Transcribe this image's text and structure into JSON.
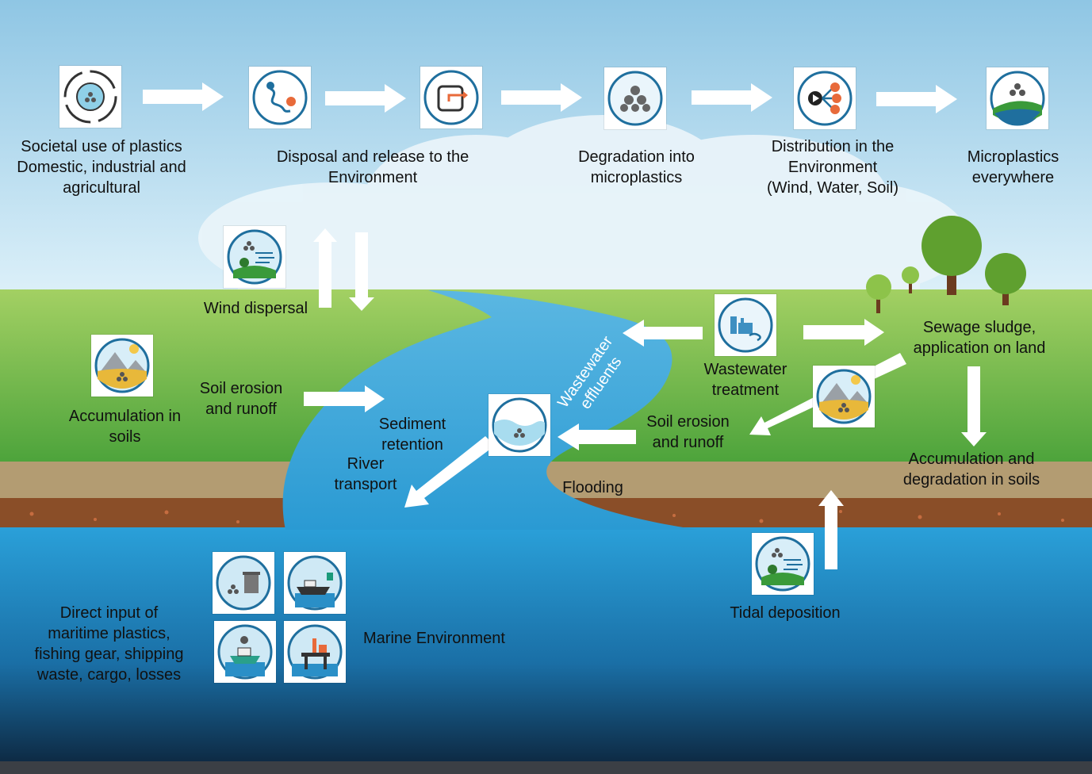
{
  "colors": {
    "sky_top": "#8fc6e4",
    "sky_bottom": "#d6ecf7",
    "grass_top": "#9ccc5a",
    "grass_bottom": "#4ea43a",
    "soil": "#b09a72",
    "soil_dark": "#8b4f2a",
    "river": "#3aa3d8",
    "sea_top": "#2f9ed6",
    "sea_bottom": "#0e2a44",
    "arrow": "#ffffff",
    "icon_ring": "#1f6f9e"
  },
  "process": {
    "societal_use": "Societal use of plastics\nDomestic, industrial and\nagricultural",
    "disposal": "Disposal and release to the\nEnvironment",
    "degradation": "Degradation into\nmicroplastics",
    "distribution": "Distribution in the\nEnvironment\n(Wind, Water, Soil)",
    "everywhere": "Microplastics\neverywhere"
  },
  "land": {
    "wind_dispersal": "Wind dispersal",
    "accumulation_soils": "Accumulation in\nsoils",
    "soil_erosion_left": "Soil erosion\nand runoff",
    "sediment_retention": "Sediment\nretention",
    "river_transport": "River\ntransport",
    "wastewater_effluents": "Wastewater\neffluents",
    "wastewater_treatment": "Wastewater\ntreatment",
    "sewage_sludge": "Sewage sludge,\napplication on land",
    "soil_erosion_right": "Soil erosion\nand runoff",
    "flooding": "Flooding",
    "accumulation_degradation": "Accumulation and\ndegradation in soils",
    "tidal_deposition": "Tidal deposition"
  },
  "marine": {
    "direct_input": "Direct input of\nmaritime plastics,\nfishing gear, shipping\nwaste, cargo, losses",
    "marine_environment": "Marine Environment"
  },
  "icons": [
    "recycle-icon",
    "route-icon",
    "export-icon",
    "particles-icon",
    "distribution-icon",
    "microplastics-landscape-icon",
    "wind-icon",
    "soil-icon",
    "wastewater-treatment-icon",
    "water-particles-icon",
    "soil-icon-right",
    "tidal-wind-icon",
    "trash-icon",
    "ship-crane-icon",
    "ship-icon",
    "oil-rig-icon"
  ]
}
